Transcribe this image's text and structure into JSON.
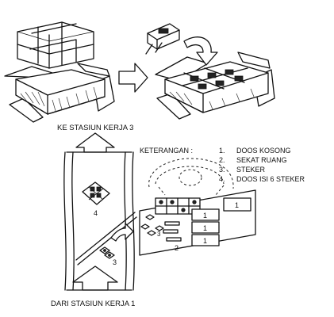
{
  "labels": {
    "top_caption": "KE STASIUN KERJA 3",
    "bottom_caption": "DARI STASIUN KERJA 1",
    "legend_title": "KETERANGAN :"
  },
  "legend": [
    {
      "num": "1.",
      "text": "DOOS KOSONG"
    },
    {
      "num": "2.",
      "text": "SEKAT RUANG"
    },
    {
      "num": "3.",
      "text": "STEKER"
    },
    {
      "num": "4.",
      "text": "DOOS ISI 6 STEKER"
    }
  ],
  "markers": {
    "conveyor_box": "4",
    "steker_group": "3",
    "steker_small": "3",
    "divider": "2",
    "box_a": "1",
    "box_b": "1",
    "box_c": "1",
    "box_d": "1"
  },
  "icons": [
    "right-arrow-icon",
    "up-arrow-icon",
    "curved-arrow-icon",
    "plug-icon"
  ]
}
